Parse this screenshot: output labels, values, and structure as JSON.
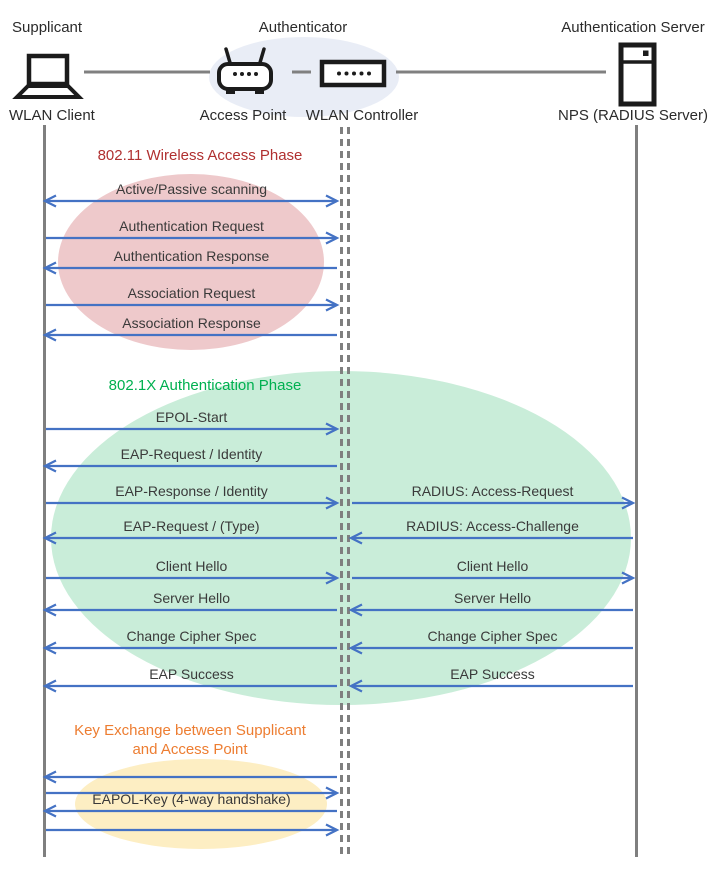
{
  "diagram": {
    "title_hint": "WLAN 802.1X authentication sequence diagram",
    "actors": [
      {
        "role": "Supplicant",
        "name": "WLAN Client",
        "icon": "laptop-icon"
      },
      {
        "role": "Authenticator",
        "name": "Access Point",
        "icon": "access-point-icon"
      },
      {
        "role": "",
        "name": "WLAN Controller",
        "icon": "wlan-controller-icon"
      },
      {
        "role": "Authentication Server",
        "name": "NPS (RADIUS Server)",
        "icon": "server-icon"
      }
    ],
    "phases": [
      {
        "title": "802.11 Wireless Access Phase",
        "color": "#b03030",
        "fill": "#eec9cb"
      },
      {
        "title": "802.1X Authentication Phase",
        "color": "#00b050",
        "fill": "#c9edd9"
      },
      {
        "title": "Key Exchange between Supplicant and Access Point",
        "color": "#ed7d31",
        "fill": "#fdeec3"
      }
    ],
    "authenticator_group_fill": "#e9edf6",
    "messages": [
      {
        "row": 0,
        "segment": "client-ap",
        "dir": "both",
        "label": "Active/Passive scanning"
      },
      {
        "row": 1,
        "segment": "client-ap",
        "dir": "right",
        "label": "Authentication Request"
      },
      {
        "row": 2,
        "segment": "client-ap",
        "dir": "left",
        "label": "Authentication Response"
      },
      {
        "row": 3,
        "segment": "client-ap",
        "dir": "right",
        "label": "Association Request"
      },
      {
        "row": 4,
        "segment": "client-ap",
        "dir": "left",
        "label": "Association Response"
      },
      {
        "row": 5,
        "segment": "client-ap",
        "dir": "right",
        "label": "EPOL-Start"
      },
      {
        "row": 6,
        "segment": "client-ap",
        "dir": "left",
        "label": "EAP-Request / Identity"
      },
      {
        "row": 7,
        "segment": "client-ap",
        "dir": "right",
        "label": "EAP-Response / Identity"
      },
      {
        "row": 7,
        "segment": "ap-server",
        "dir": "right",
        "label": "RADIUS: Access-Request"
      },
      {
        "row": 8,
        "segment": "client-ap",
        "dir": "left",
        "label": "EAP-Request / (Type)"
      },
      {
        "row": 8,
        "segment": "ap-server",
        "dir": "left",
        "label": "RADIUS: Access-Challenge"
      },
      {
        "row": 9,
        "segment": "client-ap",
        "dir": "right",
        "label": "Client Hello"
      },
      {
        "row": 9,
        "segment": "ap-server",
        "dir": "right",
        "label": "Client Hello"
      },
      {
        "row": 10,
        "segment": "client-ap",
        "dir": "left",
        "label": "Server Hello"
      },
      {
        "row": 10,
        "segment": "ap-server",
        "dir": "left",
        "label": "Server Hello"
      },
      {
        "row": 11,
        "segment": "client-ap",
        "dir": "left",
        "label": "Change Cipher Spec"
      },
      {
        "row": 11,
        "segment": "ap-server",
        "dir": "left",
        "label": "Change Cipher Spec"
      },
      {
        "row": 12,
        "segment": "client-ap",
        "dir": "left",
        "label": "EAP Success"
      },
      {
        "row": 12,
        "segment": "ap-server",
        "dir": "left",
        "label": "EAP Success"
      },
      {
        "row": 13,
        "segment": "client-ap",
        "dir": "left",
        "label": ""
      },
      {
        "row": 14,
        "segment": "client-ap",
        "dir": "right",
        "label": ""
      },
      {
        "row": 15,
        "segment": "client-ap",
        "dir": "left",
        "label": "EAPOL-Key (4-way handshake)"
      },
      {
        "row": 16,
        "segment": "client-ap",
        "dir": "right",
        "label": ""
      }
    ]
  },
  "colors": {
    "arrow": "#4472c4",
    "lifeline": "#7f7f7f",
    "connector": "#808080",
    "icon": "#1b1b1b",
    "message_text": "#3a3a3a",
    "header_text": "#2b2b2b"
  }
}
